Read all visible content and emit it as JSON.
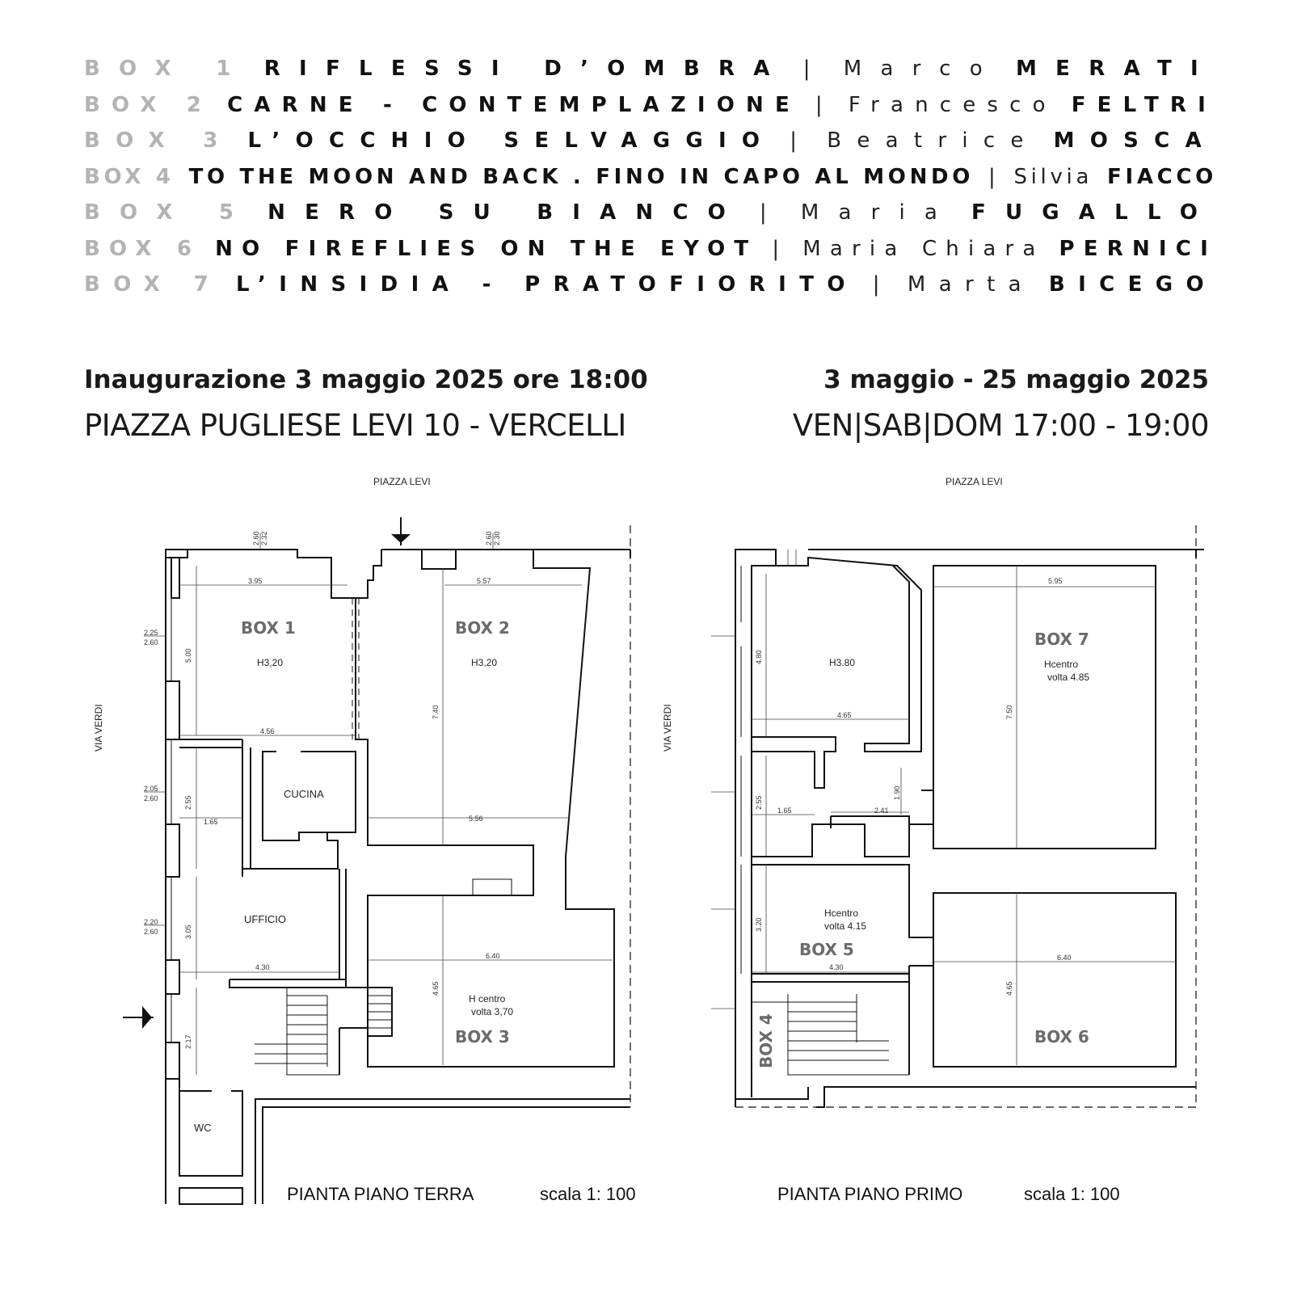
{
  "boxes": [
    {
      "label": "BOX 1",
      "title": "RIFLESSI D’OMBRA",
      "sep": "|",
      "first": "Marco",
      "last": "MERATI"
    },
    {
      "label": "BOX 2",
      "title": "CARNE - CONTEMPLAZIONE",
      "sep": "|",
      "first": "Francesco",
      "last": "FELTRI"
    },
    {
      "label": "BOX 3",
      "title": "L’OCCHIO SELVAGGIO",
      "sep": "|",
      "first": "Beatrice",
      "last": "MOSCA"
    },
    {
      "label": "BOX 4",
      "title": "TO THE MOON AND BACK . FINO IN CAPO AL MONDO",
      "sep": "|",
      "first": "Silvia",
      "last": "FIACCO"
    },
    {
      "label": "BOX 5",
      "title": "NERO SU BIANCO",
      "sep": "|",
      "first": "Maria",
      "last": "FUGALLO"
    },
    {
      "label": "BOX 6",
      "title": "NO FIREFLIES ON THE EYOT",
      "sep": "|",
      "first": "Maria Chiara",
      "last": "PERNICI"
    },
    {
      "label": "BOX 7",
      "title": "L’INSIDIA - PRATOFIORITO",
      "sep": "|",
      "first": "Marta",
      "last": "BICEGO"
    }
  ],
  "info": {
    "inauguration": "Inaugurazione  3 maggio 2025 ore 18:00",
    "address": "PIAZZA PUGLIESE LEVI 10 - VERCELLI",
    "dates": "3 maggio - 25 maggio 2025",
    "hours": "VEN|SAB|DOM  17:00 - 19:00"
  },
  "ground_floor": {
    "street_top": "PIAZZA   LEVI",
    "street_side": "VIA   VERDI",
    "caption": "PIANTA PIANO TERRA",
    "scale": "scala 1: 100",
    "rooms": {
      "box1": "BOX 1",
      "box1_h": "H3,20",
      "box2": "BOX 2",
      "box2_h": "H3,20",
      "box3": "BOX 3",
      "box3_h1": "H centro",
      "box3_h2": "volta 3,70",
      "cucina": "CUCINA",
      "ufficio": "UFFICIO",
      "wc": "WC"
    },
    "dims": {
      "d395": "3.95",
      "d557": "5.57",
      "d500": "5.00",
      "d740": "7.40",
      "d456": "4.56",
      "d255": "2.55",
      "d165": "1.65",
      "d556": "5.56",
      "d305": "3.05",
      "d430": "4.30",
      "d640": "6.40",
      "d465": "4.65",
      "d217": "2.17",
      "w1a": "2.25",
      "w1b": "2.60",
      "w2a": "2.05",
      "w2b": "2.60",
      "w3a": "2.20",
      "w3b": "2.60",
      "t1a": "2.32",
      "t1b": "2.60",
      "t2a": "2.30",
      "t2b": "2.60"
    }
  },
  "first_floor": {
    "street_top": "PIAZZA   LEVI",
    "street_side": "VIA   VERDI",
    "caption": "PIANTA PIANO PRIMO",
    "scale": "scala 1: 100",
    "rooms": {
      "room_h": "H3.80",
      "box7": "BOX 7",
      "box7_h1": "Hcentro",
      "box7_h2": "volta 4.85",
      "box5": "BOX 5",
      "box5_h1": "Hcentro",
      "box5_h2": "volta 4.15",
      "box6": "BOX 6",
      "box4": "BOX 4"
    },
    "dims": {
      "d480": "4.80",
      "d465": "4.65",
      "d595": "5.95",
      "d750": "7.50",
      "d255": "2.55",
      "d165": "1.65",
      "d241": "2.41",
      "d190": "1.90",
      "d320": "3.20",
      "d430": "4.30",
      "d640": "6.40",
      "d465b": "4.65"
    }
  }
}
